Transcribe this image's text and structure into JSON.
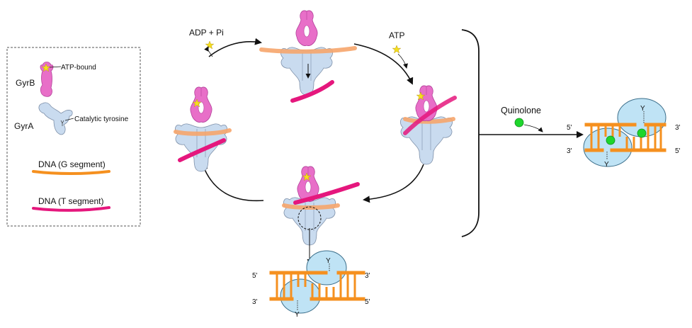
{
  "legend": {
    "gyrB_label": "GyrB",
    "gyrA_label": "GyrA",
    "atp_bound_label": "ATP-bound",
    "catalytic_tyrosine_label": "Catalytic tyrosine",
    "tyrosine_letter": "Y",
    "dna_g_label": "DNA (G segment)",
    "dna_t_label": "DNA (T segment)"
  },
  "cycle": {
    "adp_pi_label": "ADP + Pi",
    "atp_label": "ATP"
  },
  "quinolone": {
    "label": "Quinolone"
  },
  "cleaved_complex": {
    "top_left": "5'",
    "top_right": "3'",
    "bottom_left": "3'",
    "bottom_right": "5'",
    "tyrosine_letter": "Y"
  },
  "colors": {
    "gyrB": "#e86fc8",
    "gyrA": "#c9dbef",
    "gyrA_stroke": "#7d8fa8",
    "g_segment": "#f6a56b",
    "dna_orange": "#f5901f",
    "t_segment": "#e5177d",
    "quinolone": "#1ed62c",
    "star": "#f5df1c",
    "cleavage_blue": "#bfe3f5"
  }
}
